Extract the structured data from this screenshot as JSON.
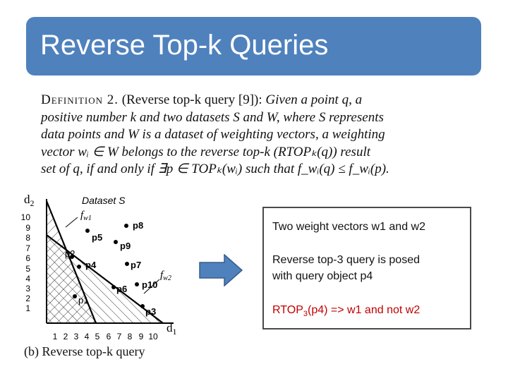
{
  "slide": {
    "title": "Reverse Top-k Queries",
    "title_bg_color": "#4f81bd"
  },
  "definition": {
    "head": "Definition 2.",
    "name": "(Reverse top-k query [9]):",
    "lines": [
      "Given a point q, a",
      "positive number k and two datasets S and W, where S represents",
      "data points and W is a dataset of weighting vectors, a weighting",
      "vector wᵢ ∈ W belongs to the reverse top-k (RTOPₖ(q)) result",
      "set of q, if and only if ∃p ∈ TOPₖ(wᵢ) such that f_wᵢ(q) ≤ f_wᵢ(p)."
    ]
  },
  "figure": {
    "dataset_label": "Dataset S",
    "y_axis_label": "d",
    "y_axis_sub": "2",
    "x_axis_label": "d",
    "x_axis_sub": "1",
    "y_ticks": [
      "10",
      "9",
      "8",
      "7",
      "6",
      "5",
      "4",
      "3",
      "2",
      "1"
    ],
    "x_ticks": [
      "1",
      "2",
      "3",
      "4",
      "5",
      "6",
      "7",
      "8",
      "9",
      "10"
    ],
    "weight_labels": [
      {
        "text": "f",
        "sub": "w1"
      },
      {
        "text": "f",
        "sub": "w2"
      }
    ],
    "points": [
      "p8",
      "p5",
      "p9",
      "p2",
      "p4",
      "p7",
      "p10",
      "p6",
      "p1",
      "p3"
    ],
    "caption": "(b) Reverse top-k query"
  },
  "info": {
    "line1": "Two weight vectors w1 and w2",
    "line2a": "Reverse top-3 query is posed",
    "line2b": "with query object p4",
    "line3_pre": "RTOP",
    "line3_sub": "3",
    "line3_post": "(p4) => w1 and not w2",
    "highlight_color": "#c00000"
  }
}
